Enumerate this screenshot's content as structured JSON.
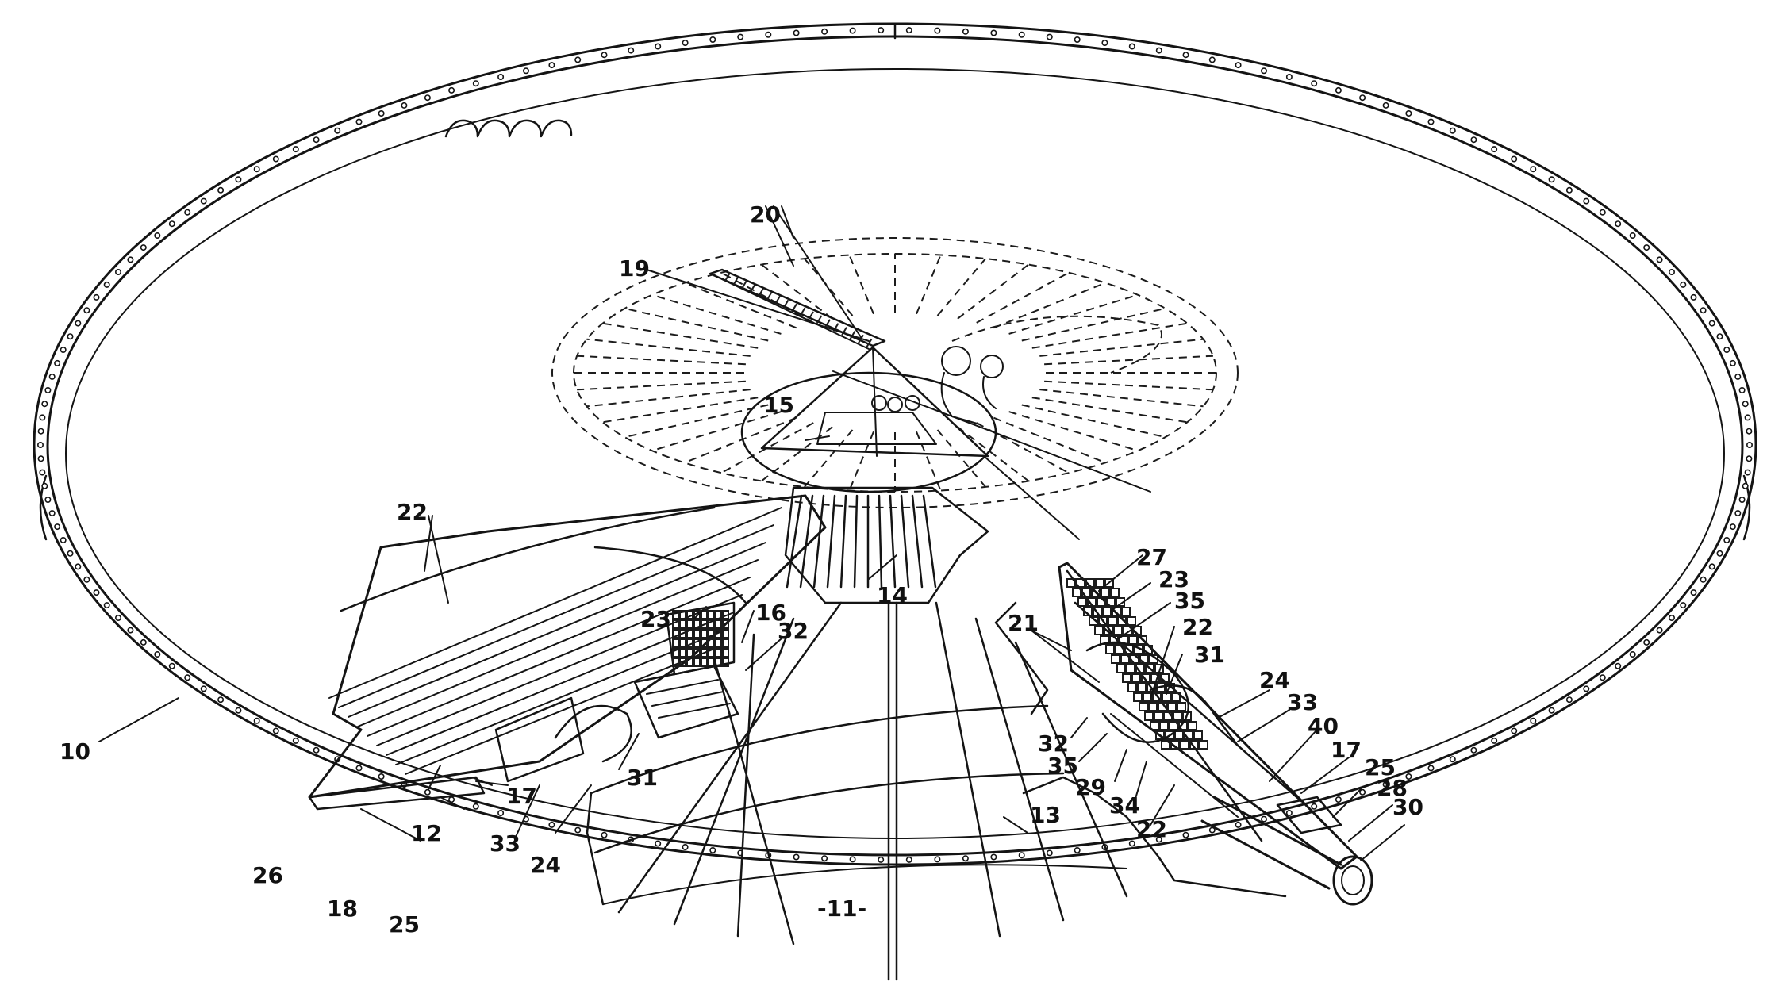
{
  "figure": {
    "reference_numerals": [
      "10",
      "11",
      "12",
      "13",
      "14",
      "15",
      "16",
      "17",
      "18",
      "19",
      "20",
      "21",
      "22",
      "23",
      "24",
      "25",
      "26",
      "27",
      "28",
      "29",
      "30",
      "31",
      "32",
      "33",
      "34",
      "35",
      "40"
    ],
    "callouts": [
      {
        "id": "10",
        "text": "10"
      },
      {
        "id": "11",
        "text": "-11-"
      },
      {
        "id": "12",
        "text": "12"
      },
      {
        "id": "13",
        "text": "13"
      },
      {
        "id": "14",
        "text": "14"
      },
      {
        "id": "15",
        "text": "15"
      },
      {
        "id": "16",
        "text": "16"
      },
      {
        "id": "17a",
        "text": "17"
      },
      {
        "id": "17b",
        "text": "17"
      },
      {
        "id": "18",
        "text": "18"
      },
      {
        "id": "19",
        "text": "19"
      },
      {
        "id": "20",
        "text": "20"
      },
      {
        "id": "21",
        "text": "21"
      },
      {
        "id": "22a",
        "text": "22"
      },
      {
        "id": "22b",
        "text": "22"
      },
      {
        "id": "22c",
        "text": "22"
      },
      {
        "id": "23a",
        "text": "23"
      },
      {
        "id": "23b",
        "text": "23"
      },
      {
        "id": "24a",
        "text": "24"
      },
      {
        "id": "24b",
        "text": "24"
      },
      {
        "id": "25a",
        "text": "25"
      },
      {
        "id": "25b",
        "text": "25"
      },
      {
        "id": "26",
        "text": "26"
      },
      {
        "id": "27",
        "text": "27"
      },
      {
        "id": "28",
        "text": "28"
      },
      {
        "id": "29",
        "text": "29"
      },
      {
        "id": "30",
        "text": "30"
      },
      {
        "id": "31a",
        "text": "31"
      },
      {
        "id": "31b",
        "text": "31"
      },
      {
        "id": "32a",
        "text": "32"
      },
      {
        "id": "32b",
        "text": "32"
      },
      {
        "id": "33a",
        "text": "33"
      },
      {
        "id": "33b",
        "text": "33"
      },
      {
        "id": "34",
        "text": "34"
      },
      {
        "id": "35a",
        "text": "35"
      },
      {
        "id": "35b",
        "text": "35"
      },
      {
        "id": "40",
        "text": "40"
      }
    ]
  },
  "colors": {
    "ink": "#141414",
    "paper": "#ffffff"
  }
}
